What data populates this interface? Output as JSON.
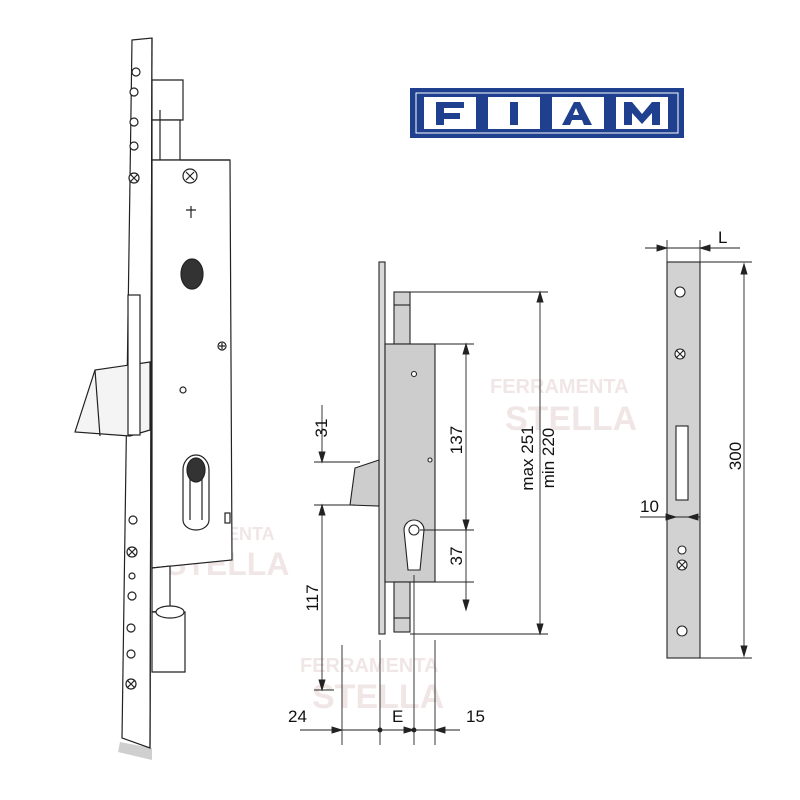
{
  "brand": {
    "logo_text": "FIAM",
    "logo_color": "#1f3f8f"
  },
  "watermark": {
    "line1": "FERRAMENTA",
    "line2": "STELLA"
  },
  "side_view": {
    "dimensions": {
      "top_step": "31",
      "backset_height": "117",
      "cyl_to_top": "137",
      "cyl_to_bottom": "37",
      "bolt_range_max": "max 251",
      "bolt_range_min": "min 220",
      "faceplate_width": "24",
      "backset": "E",
      "thickness": "15"
    }
  },
  "strike_plate": {
    "dimensions": {
      "width": "L",
      "length": "300",
      "offset": "10"
    }
  }
}
